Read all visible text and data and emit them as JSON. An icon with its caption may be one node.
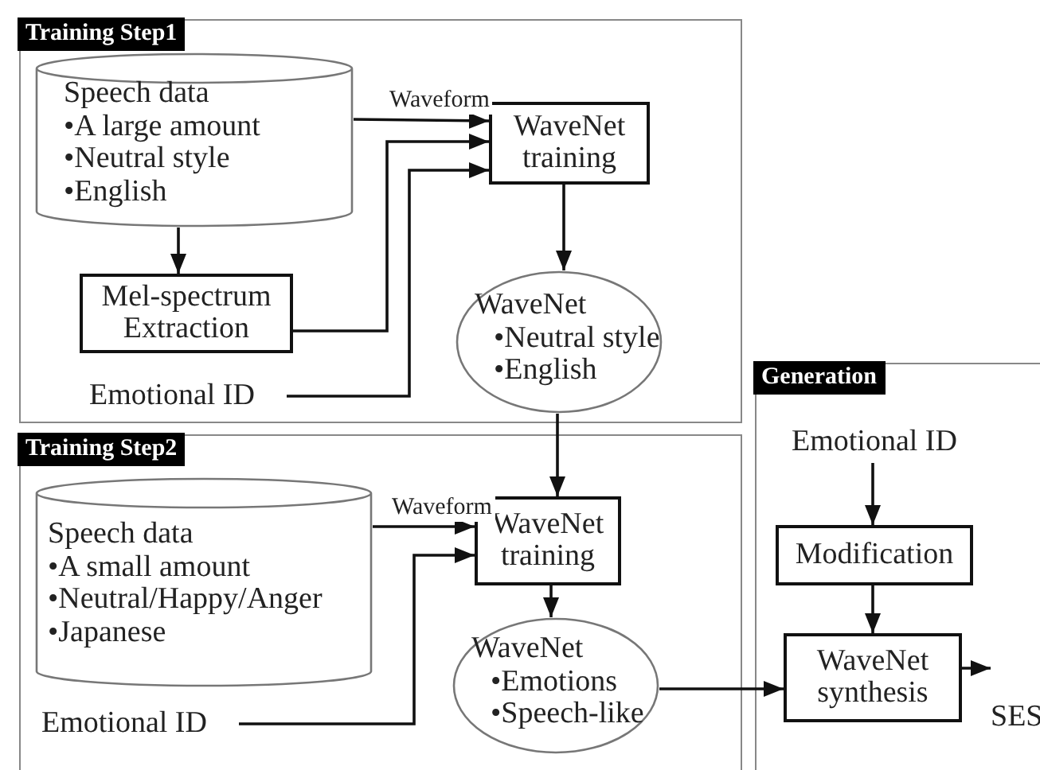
{
  "diagram": {
    "nodes": [
      {
        "text": [
          "Training Step1"
        ]
      },
      {
        "text": [
          "Speech data",
          "•A large amount",
          "•Neutral style",
          "•English"
        ],
        "in": 0
      },
      {
        "text": [
          "WaveNet training"
        ],
        "in": 0
      },
      {
        "text": [
          "Mel-spectrum Extraction"
        ],
        "in": 0
      },
      {
        "text": [
          "Emotional ID"
        ],
        "in": 0
      },
      {
        "text": [
          "WaveNet",
          "•Neutral style",
          "•English"
        ],
        "in": 0
      },
      {
        "text": [
          "Training Step2"
        ]
      },
      {
        "text": [
          "Speech data",
          "•A small amount",
          "•Neutral/Happy/Anger",
          "•Japanese"
        ],
        "in": 6
      },
      {
        "text": [
          "WaveNet training"
        ],
        "in": 6
      },
      {
        "text": [
          "Emotional ID"
        ],
        "in": 6
      },
      {
        "text": [
          "WaveNet",
          "•Emotions",
          "•Speech-like"
        ],
        "in": 6
      },
      {
        "text": [
          "Generation"
        ]
      },
      {
        "text": [
          "Emotional ID"
        ],
        "in": 11
      },
      {
        "text": [
          "Modification"
        ],
        "in": 11
      },
      {
        "text": [
          "WaveNet synthesis"
        ],
        "in": 11
      },
      {
        "text": [
          "SES"
        ],
        "in": 11
      }
    ],
    "edges": [
      {
        "from": 1,
        "to": 2,
        "arrow": "to",
        "label": "Waveform"
      },
      {
        "from": 3,
        "to": 2,
        "arrow": "to"
      },
      {
        "from": 4,
        "to": 2,
        "arrow": "to"
      },
      {
        "from": 1,
        "to": 3,
        "arrow": "to"
      },
      {
        "from": 2,
        "to": 5,
        "arrow": "to"
      },
      {
        "from": 5,
        "to": 8,
        "arrow": "to"
      },
      {
        "from": 7,
        "to": 8,
        "arrow": "to",
        "label": "Waveform"
      },
      {
        "from": 9,
        "to": 8,
        "arrow": "to"
      },
      {
        "from": 8,
        "to": 10,
        "arrow": "to"
      },
      {
        "from": 10,
        "to": 14,
        "arrow": "to"
      },
      {
        "from": 12,
        "to": 13,
        "arrow": "to"
      },
      {
        "from": 13,
        "to": 14,
        "arrow": "to"
      },
      {
        "from": 14,
        "to": 15,
        "arrow": "to"
      }
    ]
  }
}
